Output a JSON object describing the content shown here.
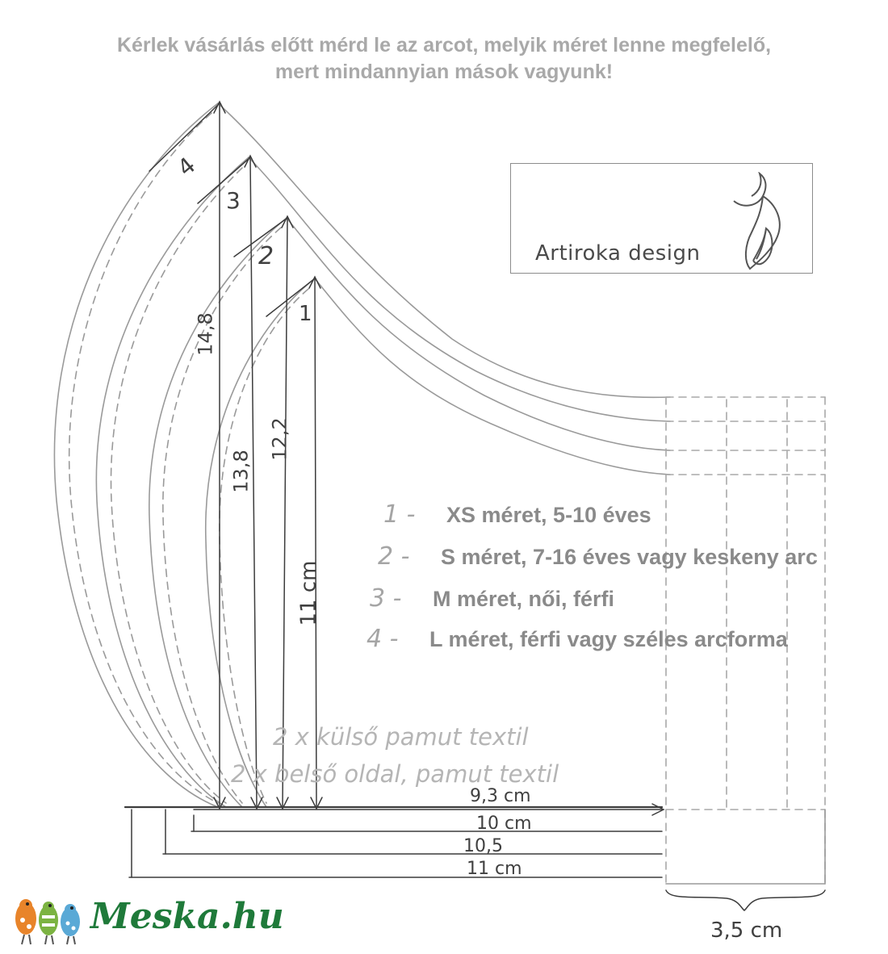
{
  "header": {
    "line1": "Kérlek vásárlás előtt mérd le az arcot, melyik méret lenne megfelelő,",
    "line2": "mert mindannyian mások vagyunk!"
  },
  "brand": {
    "name": "Artiroka design"
  },
  "size_curve_labels": [
    "4",
    "3",
    "2",
    "1"
  ],
  "heights": [
    "14,8",
    "13,8",
    "12,2",
    "11 cm"
  ],
  "widths": [
    "9,3 cm",
    "10 cm",
    "10,5",
    "11 cm"
  ],
  "strap_width": "3,5 cm",
  "legend": [
    {
      "num": "1 -",
      "text": "XS méret, 5-10 éves"
    },
    {
      "num": "2 -",
      "text": "S méret, 7-16 éves vagy keskeny arc"
    },
    {
      "num": "3 -",
      "text": "M méret, női, férfi"
    },
    {
      "num": "4 -",
      "text": "L méret, férfi vagy széles arcforma"
    }
  ],
  "fabric_notes": [
    "2 x külső pamut textil",
    "2 x belső oldal, pamut textil"
  ],
  "watermark": {
    "text": "Meska.hu",
    "color": "#1f7a3a"
  }
}
